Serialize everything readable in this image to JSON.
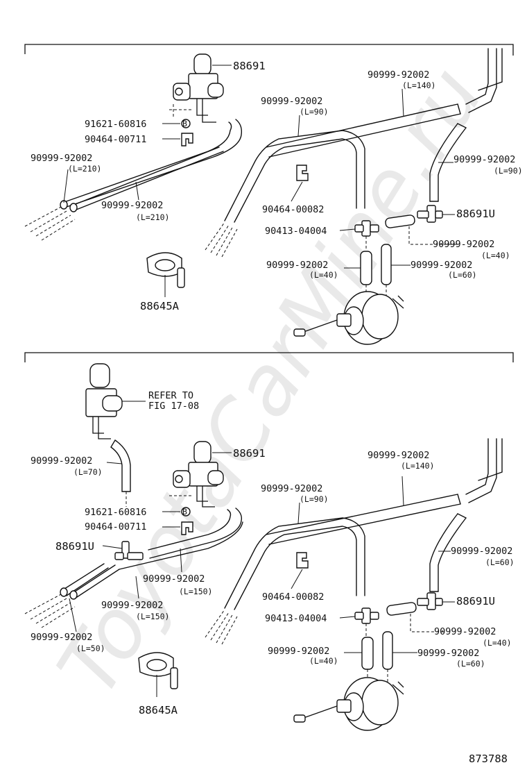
{
  "watermark": "ToyotaCarMine.ru",
  "top_panel": {
    "labels": {
      "p88691": "88691",
      "p91621": "91621-60816",
      "p90464a": "90464-00711",
      "hose_left_outer": "90999-92002",
      "hose_left_outer_len": "(L=210)",
      "hose_left_inner": "90999-92002",
      "hose_left_inner_len": "(L=210)",
      "p88645a": "88645A",
      "hose_mid": "90999-92002",
      "hose_mid_len": "(L=90)",
      "hose_top": "90999-92002",
      "hose_top_len": "(L=140)",
      "hose_right": "90999-92002",
      "hose_right_len": "(L=90)",
      "p90464b": "90464-00082",
      "p88691u": "88691U",
      "p90413": "90413-04004",
      "hose_tee": "90999-92002",
      "hose_tee_len": "(L=40)",
      "hose_v40": "90999-92002",
      "hose_v40_len": "(L=40)",
      "hose_v60": "90999-92002",
      "hose_v60_len": "(L=60)",
      "bolt_b": "B"
    }
  },
  "bottom_panel": {
    "labels": {
      "refer_1": "REFER TO",
      "refer_2": "FIG 17-08",
      "hose_l70": "90999-92002",
      "hose_l70_len": "(L=70)",
      "p88691": "88691",
      "p91621": "91621-60816",
      "p90464a": "90464-00711",
      "p88691u_left": "88691U",
      "hose_l150a": "90999-92002",
      "hose_l150a_len": "(L=150)",
      "hose_l150b": "90999-92002",
      "hose_l150b_len": "(L=150)",
      "hose_l50": "90999-92002",
      "hose_l50_len": "(L=50)",
      "p88645a": "88645A",
      "hose_mid": "90999-92002",
      "hose_mid_len": "(L=90)",
      "hose_top": "90999-92002",
      "hose_top_len": "(L=140)",
      "hose_right": "90999-92002",
      "hose_right_len": "(L=60)",
      "p90464b": "90464-00082",
      "p88691u": "88691U",
      "p90413": "90413-04004",
      "hose_tee": "90999-92002",
      "hose_tee_len": "(L=40)",
      "hose_v40": "90999-92002",
      "hose_v40_len": "(L=40)",
      "hose_v60": "90999-92002",
      "hose_v60_len": "(L=60)",
      "bolt_b": "B"
    }
  },
  "figure_number": "873788"
}
